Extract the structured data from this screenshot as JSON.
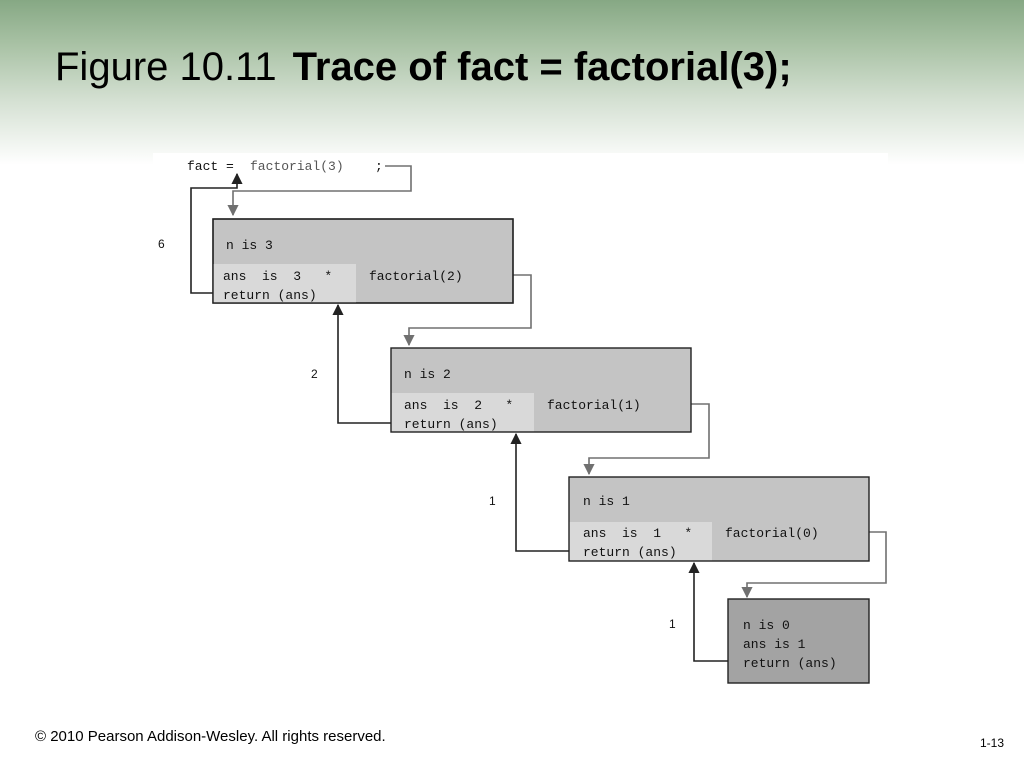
{
  "slide": {
    "title_prefix": "Figure 10.11",
    "title_main": "Trace of fact = factorial(3);",
    "footer_copyright": "© 2010 Pearson Addison-Wesley. All rights reserved.",
    "page_number": "1-13"
  },
  "diagram": {
    "top_statement": {
      "lhs": "fact =",
      "call": "factorial(3)",
      "semicolon": ";"
    },
    "frames": [
      {
        "n_line": "n is 3",
        "ans_line": "ans  is  3   *",
        "call": "factorial(2)",
        "return_line": "return (ans)",
        "returned_value": "6"
      },
      {
        "n_line": "n is 2",
        "ans_line": "ans  is  2   *",
        "call": "factorial(1)",
        "return_line": "return (ans)",
        "returned_value": "2"
      },
      {
        "n_line": "n is 1",
        "ans_line": "ans  is  1   *",
        "call": "factorial(0)",
        "return_line": "return (ans)",
        "returned_value": "1"
      }
    ],
    "base_frame": {
      "n_line": "n is 0",
      "ans_line": "ans is 1",
      "return_line": "return (ans)",
      "returned_value": "1"
    },
    "colors": {
      "frame_fill": "#c4c4c4",
      "frame_highlight": "#d9d9d9",
      "base_fill": "#a3a3a3",
      "call_arrow": "#707070",
      "return_arrow": "#222222"
    }
  }
}
